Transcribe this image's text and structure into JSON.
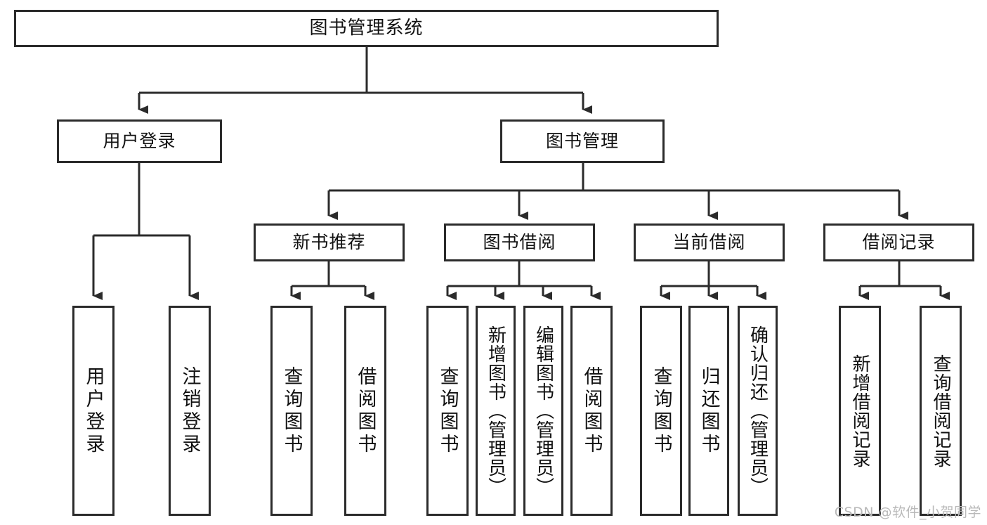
{
  "diagram": {
    "title": "图书管理系统",
    "type": "hierarchy-tree",
    "watermark": "CSDN @软件_小贺同学",
    "colors": {
      "box_border": "#2b2b2b",
      "background": "#ffffff",
      "text": "#111111",
      "connector": "#2b2b2b",
      "watermark": "#b9b9b9"
    },
    "levels": {
      "level1": [
        {
          "id": "root",
          "label": "图书管理系统"
        }
      ],
      "level2": [
        {
          "id": "user-login",
          "label": "用户登录"
        },
        {
          "id": "book-manage",
          "label": "图书管理"
        }
      ],
      "level3": [
        {
          "id": "new-book-rec",
          "label": "新书推荐"
        },
        {
          "id": "book-borrow",
          "label": "图书借阅"
        },
        {
          "id": "current-borrow",
          "label": "当前借阅"
        },
        {
          "id": "borrow-record",
          "label": "借阅记录"
        }
      ],
      "leaves": [
        {
          "id": "leaf-user-login",
          "label": "用户登录",
          "parent": "user-login"
        },
        {
          "id": "leaf-user-logout",
          "label": "注销登录",
          "parent": "user-login"
        },
        {
          "id": "leaf-query-book-1",
          "label": "查询图书",
          "parent": "new-book-rec"
        },
        {
          "id": "leaf-borrow-book-1",
          "label": "借阅图书",
          "parent": "new-book-rec"
        },
        {
          "id": "leaf-query-book-2",
          "label": "查询图书",
          "parent": "book-borrow"
        },
        {
          "id": "leaf-add-book",
          "label": "新增图书（管理员）",
          "parent": "book-borrow"
        },
        {
          "id": "leaf-edit-book",
          "label": "编辑图书（管理员）",
          "parent": "book-borrow"
        },
        {
          "id": "leaf-borrow-book-2",
          "label": "借阅图书",
          "parent": "book-borrow"
        },
        {
          "id": "leaf-query-book-3",
          "label": "查询图书",
          "parent": "current-borrow"
        },
        {
          "id": "leaf-return-book",
          "label": "归还图书",
          "parent": "current-borrow"
        },
        {
          "id": "leaf-confirm-return",
          "label": "确认归还（管理员）",
          "parent": "current-borrow"
        },
        {
          "id": "leaf-add-record",
          "label": "新增借阅记录",
          "parent": "borrow-record"
        },
        {
          "id": "leaf-query-record",
          "label": "查询借阅记录",
          "parent": "borrow-record"
        }
      ]
    }
  }
}
